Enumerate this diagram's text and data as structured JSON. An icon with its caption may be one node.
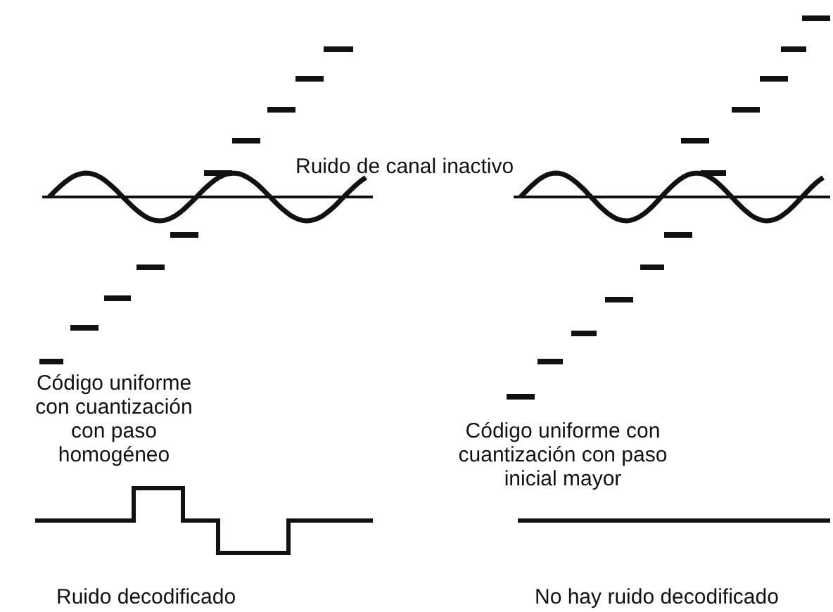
{
  "diagram": {
    "labels": [
      "Ruido de canal inactivo",
      "Código uniforme con cuantización con paso homogéneo",
      "Código uniforme con cuantización con paso inicial mayor",
      "Ruido decodificado",
      "No hay ruido decodificado"
    ]
  }
}
